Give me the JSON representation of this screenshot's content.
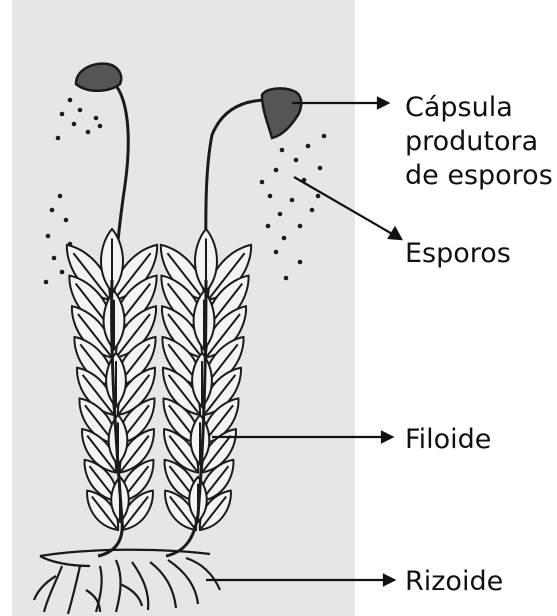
{
  "labels": {
    "capsule_line1": "Cápsula",
    "capsule_line2": "produtora",
    "capsule_line3": "de esporos",
    "spores": "Esporos",
    "phylloid": "Filoide",
    "rhizoid": "Rizoide"
  },
  "colors": {
    "paper": "#e6e6e6",
    "ink": "#1a1a1a",
    "leaf_fill": "#f4f4f4"
  }
}
